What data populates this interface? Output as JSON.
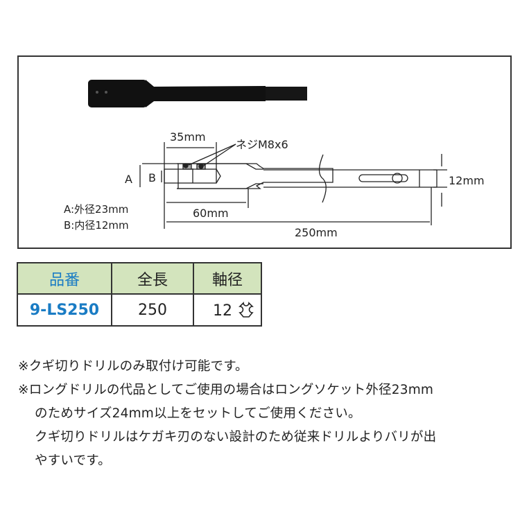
{
  "diagram": {
    "dim_35": "35mm",
    "screw": "ネジM8x6",
    "label_a": "A",
    "label_b": "B",
    "dim_12": "12mm",
    "dim_60": "60mm",
    "dim_250": "250mm",
    "legend_a": "A:外径23mm",
    "legend_b": "B:内径12mm"
  },
  "table": {
    "headers": [
      "品番",
      "全長",
      "軸径"
    ],
    "row": {
      "part": "9-LS250",
      "length": "250",
      "shaft": "12",
      "shaft_icon": "hex-shank-icon"
    },
    "header_bg": "#d3e4bd",
    "accent": "#1a7cc4"
  },
  "notes": [
    "※クギ切りドリルのみ取付け可能です。",
    "※ロングドリルの代品としてご使用の場合はロングソケット外径23mm",
    "のためサイズ24mm以上をセットしてご使用ください。",
    "クギ切りドリルはケガキ刃のない設計のため従来ドリルよりバリが出",
    "やすいです。"
  ]
}
